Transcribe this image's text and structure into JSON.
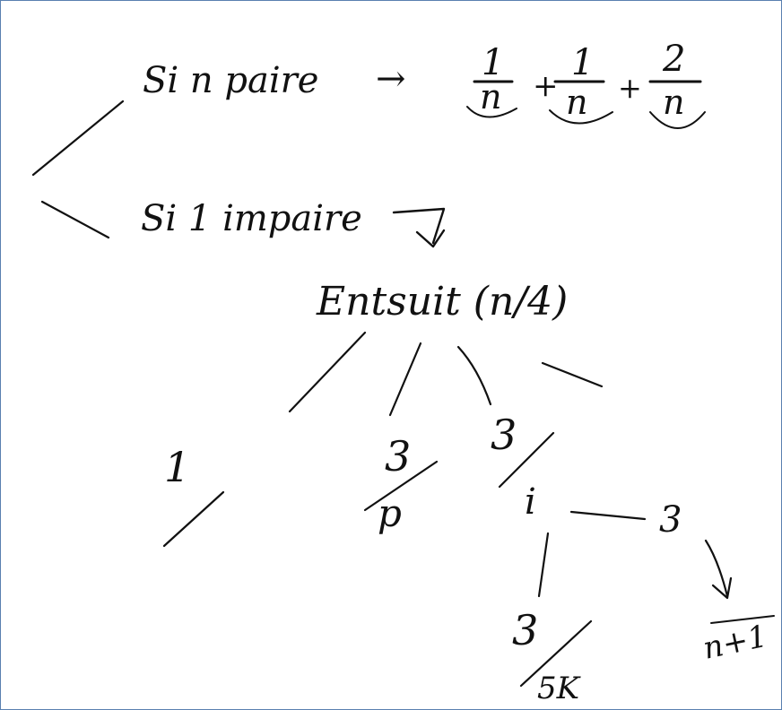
{
  "texts": {
    "even_label": "Si n paire",
    "arrow": "→",
    "frac1_num": "1",
    "frac1_den": "n",
    "plus1": "+",
    "frac2_num": "1",
    "frac2_den": "n",
    "plus2": "+",
    "frac3_num": "2",
    "frac3_den": "n",
    "odd_label": "Si 1 impaire",
    "entsuit": "Entsuit (n/4)",
    "branch_a": "1",
    "branch_b_num": "3",
    "branch_b_den": "p",
    "branch_c_num": "3",
    "branch_c_den": "i",
    "right_3": "3",
    "bottom_num": "3",
    "bottom_den": "5K",
    "n_plus_1": "n+1"
  },
  "colors": {
    "ink": "#111111",
    "frame": "#5a80b0"
  }
}
